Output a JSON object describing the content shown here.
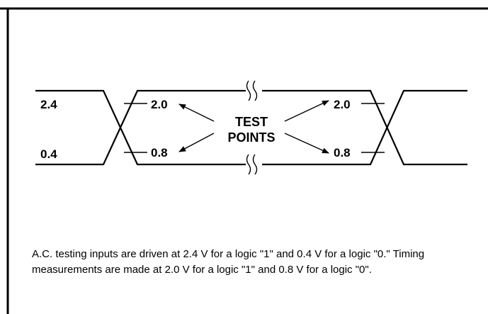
{
  "diagram": {
    "input_high_label": "2.4",
    "input_low_label": "0.4",
    "test_high_label": "2.0",
    "test_low_label": "0.8",
    "center_label_line1": "TEST",
    "center_label_line2": "POINTS"
  },
  "caption": "A.C. testing inputs are driven at 2.4 V for a logic \"1\" and 0.4 V for a logic \"0.\" Timing measurements are made at 2.0 V for a logic \"1\" and 0.8 V for a logic \"0\"."
}
